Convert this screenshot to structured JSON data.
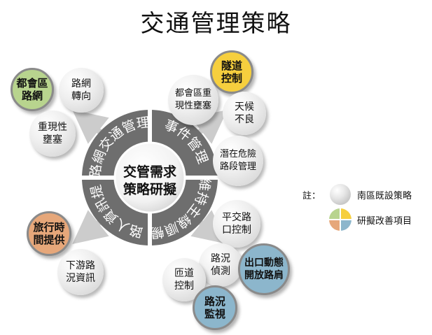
{
  "title": "交通管理策略",
  "center": {
    "line1": "交管需求",
    "line2": "策略研擬"
  },
  "quadrants": {
    "top_left": "路網交通管理",
    "top_right": "事件管理",
    "bottom_right": "維持主線順暢",
    "bottom_left": "用路人資訊提供"
  },
  "nodes": {
    "metro_network": "都會區\n路網",
    "network_diversion": "路網\n轉向",
    "recurrent_congestion": "重現性\n壅塞",
    "tunnel_control": "隧道\n控制",
    "metro_recurrent": "都會區重\n現性壅塞",
    "bad_weather": "天候\n不良",
    "hazard_section": "潛在危險\n路段管理",
    "travel_time": "旅行時\n間提供",
    "downstream_info": "下游路\n況資訊",
    "interchange_control": "平交路\n口控制",
    "condition_detect": "路況\n偵測",
    "exit_shoulder": "出口動態\n開放路肩",
    "ramp_control": "匝道\n控制",
    "condition_monitor": "路況\n監視"
  },
  "legend": {
    "note_label": "註：",
    "existing_label": "南區既設策略",
    "proposed_label": "研擬改善項目"
  },
  "colors": {
    "green": "#b8d48e",
    "yellow": "#f6cf3e",
    "orange": "#e6a77a",
    "blue": "#8cb6cc",
    "wheel": "#707070"
  }
}
